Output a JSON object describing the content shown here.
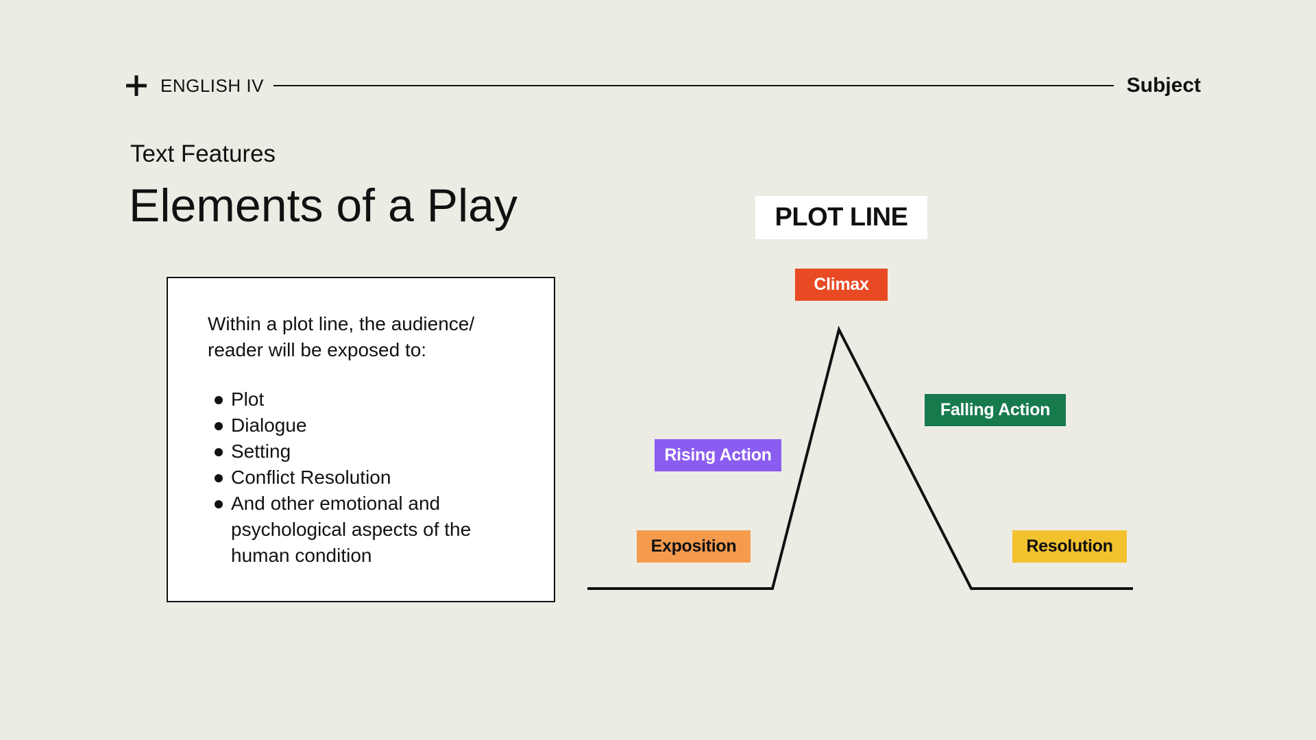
{
  "header": {
    "course": "ENGLISH IV",
    "subject": "Subject",
    "plus_icon": "plus-icon"
  },
  "subtitle": "Text Features",
  "title": "Elements of a Play",
  "info_box": {
    "intro": "Within a plot line, the audience/ reader will be exposed to:",
    "bullets": [
      "Plot",
      "Dialogue",
      "Setting",
      "Conflict Resolution",
      "And other emotional and psychological aspects of the human condition"
    ]
  },
  "diagram": {
    "title": "PLOT LINE",
    "labels": {
      "climax": "Climax",
      "falling_action": "Falling Action",
      "rising_action": "Rising Action",
      "exposition": "Exposition",
      "resolution": "Resolution"
    },
    "colors": {
      "climax": "#e84a24",
      "falling_action": "#177a4d",
      "rising_action": "#8b5cf0",
      "exposition": "#f59b4e",
      "resolution": "#f2c12e",
      "line": "#111111"
    }
  }
}
